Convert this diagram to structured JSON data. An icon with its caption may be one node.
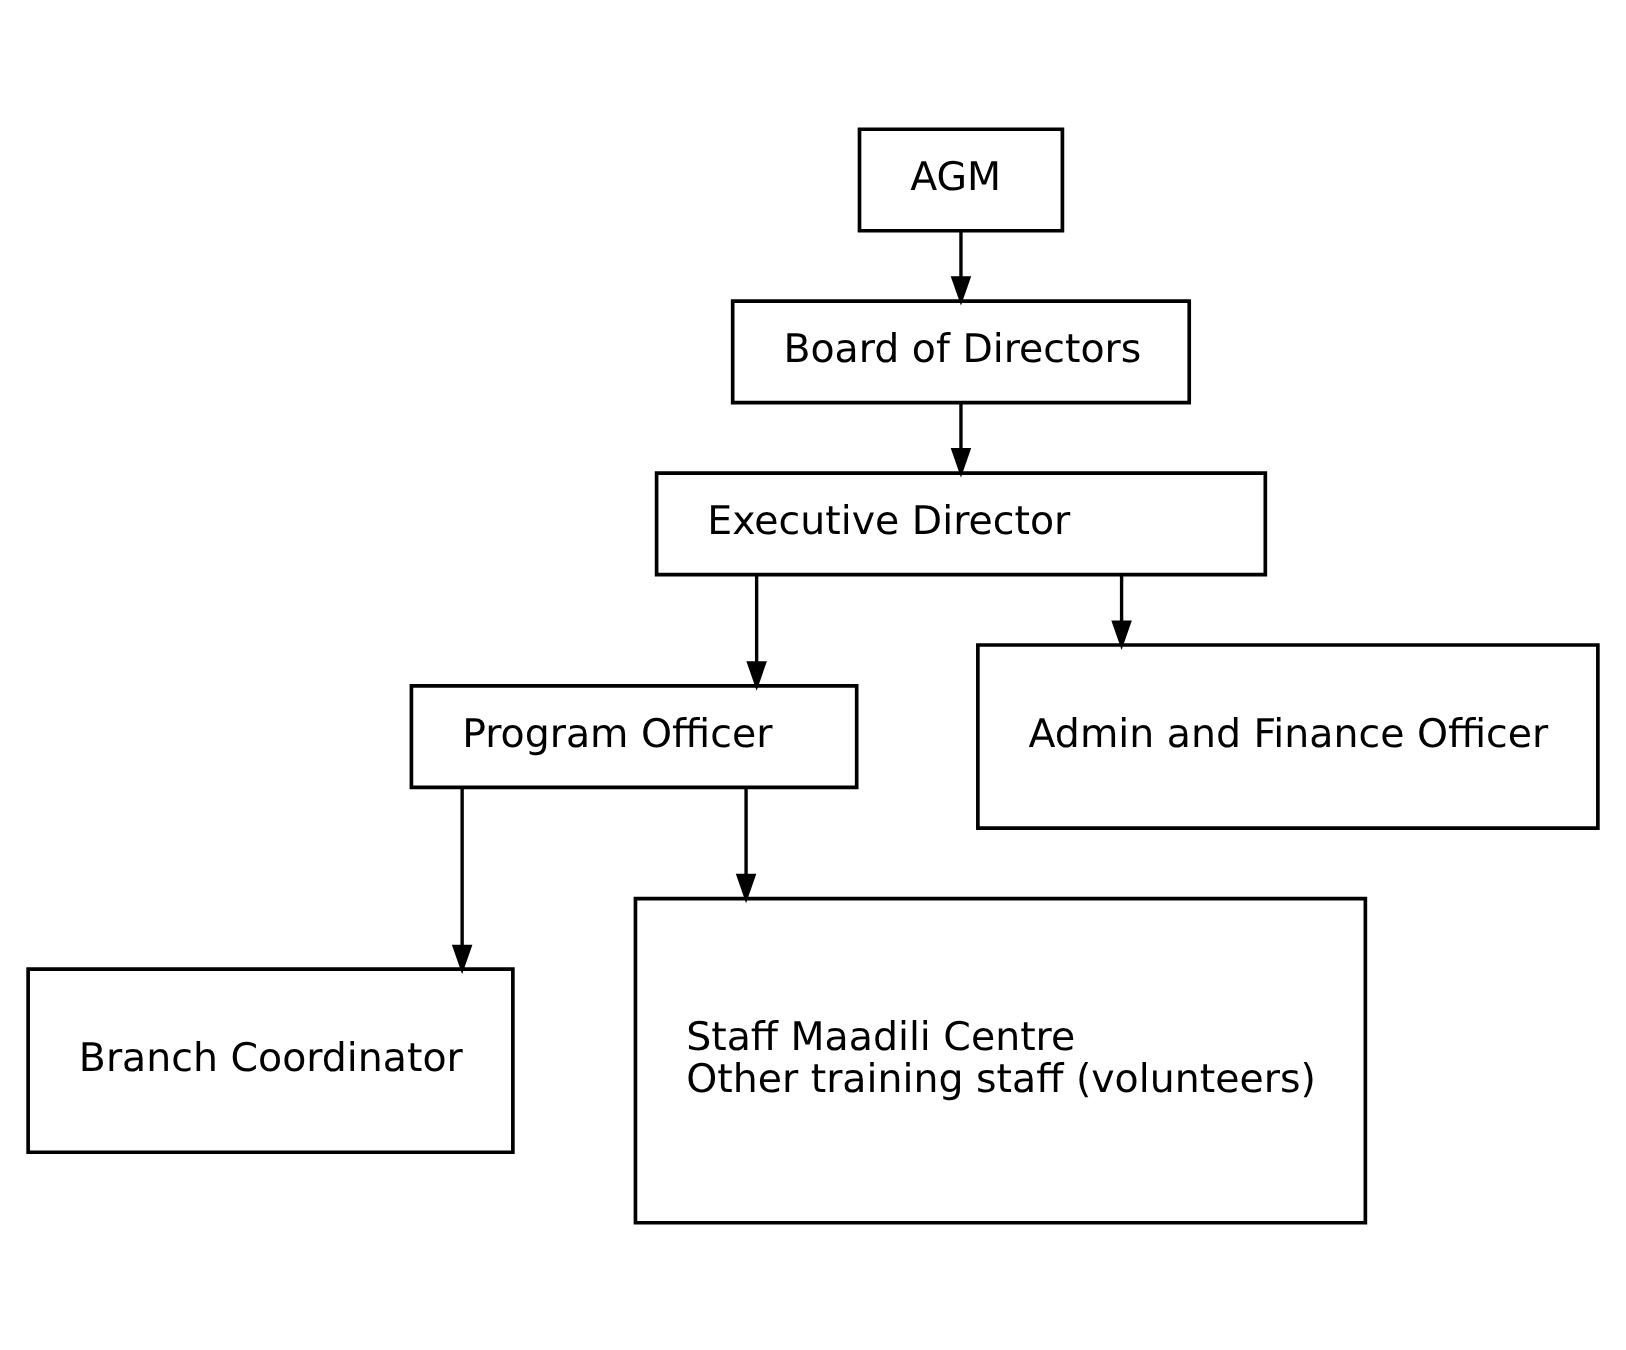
{
  "diagram": {
    "nodes": [
      {
        "text": [
          "AGM"
        ]
      },
      {
        "text": [
          "Board of Directors"
        ]
      },
      {
        "text": [
          "Executive Director"
        ]
      },
      {
        "text": [
          "Program Officer"
        ]
      },
      {
        "text": [
          "Admin and Finance Officer"
        ]
      },
      {
        "text": [
          "Branch Coordinator"
        ]
      },
      {
        "text": [
          "Staff Maadili Centre",
          "Other training staff (volunteers)"
        ]
      }
    ],
    "edges": [
      {
        "from": 0,
        "to": 1,
        "arrow": "to"
      },
      {
        "from": 1,
        "to": 2,
        "arrow": "to"
      },
      {
        "from": 2,
        "to": 3,
        "arrow": "to"
      },
      {
        "from": 2,
        "to": 4,
        "arrow": "to"
      },
      {
        "from": 3,
        "to": 5,
        "arrow": "to"
      },
      {
        "from": 3,
        "to": 6,
        "arrow": "to"
      }
    ]
  }
}
